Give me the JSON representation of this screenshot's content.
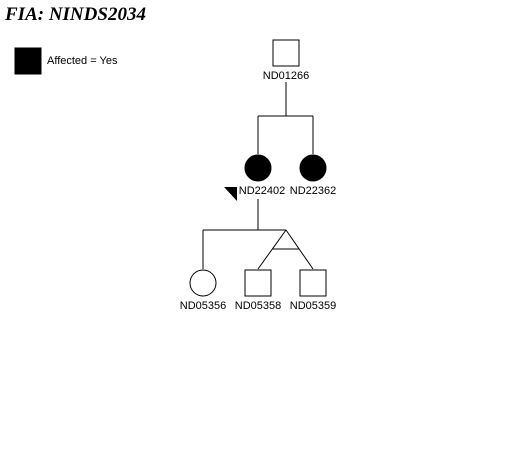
{
  "title": "FIA: NINDS2034",
  "legend": {
    "label": "Affected = Yes",
    "color": "#000000"
  },
  "pedigree": {
    "individuals": [
      {
        "id": "ND01266",
        "sex": "male",
        "affected": false,
        "proband": false
      },
      {
        "id": "ND22402",
        "sex": "female",
        "affected": true,
        "proband": true
      },
      {
        "id": "ND22362",
        "sex": "female",
        "affected": true,
        "proband": false
      },
      {
        "id": "ND05356",
        "sex": "female",
        "affected": false,
        "proband": false
      },
      {
        "id": "ND05358",
        "sex": "male",
        "affected": false,
        "proband": false
      },
      {
        "id": "ND05359",
        "sex": "male",
        "affected": false,
        "proband": false
      }
    ],
    "relationships": [
      {
        "parent": "ND01266",
        "children": [
          "ND22402",
          "ND22362"
        ]
      },
      {
        "parent": "ND22402",
        "children": [
          "ND05356",
          "ND05358",
          "ND05359"
        ]
      }
    ],
    "twins": {
      "type": "monozygotic",
      "members": [
        "ND05358",
        "ND05359"
      ]
    }
  }
}
